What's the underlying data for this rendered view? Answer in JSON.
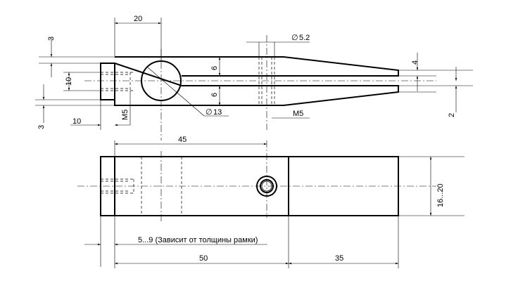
{
  "drawing": {
    "top_view": {
      "dim_width_top": "20",
      "dim_gap_3_top": "3",
      "dim_height_10": "10",
      "dim_gap_3_bottom": "3",
      "dim_left_10": "10",
      "thread_m5_left": "M5",
      "dim_slot_6_upper": "6",
      "dim_slot_6_lower": "6",
      "hole_d13": "13",
      "hole_d52": "5.2",
      "thread_m5_right": "M5",
      "dim_tip_4": "4",
      "dim_tip_2": "2"
    },
    "side_view": {
      "dim_45": "45",
      "dim_height": "16...20",
      "note_frame": "5...9  (Зависит от толщины рамки)",
      "dim_50": "50",
      "dim_35": "35"
    },
    "diameter_symbol": "∅"
  }
}
